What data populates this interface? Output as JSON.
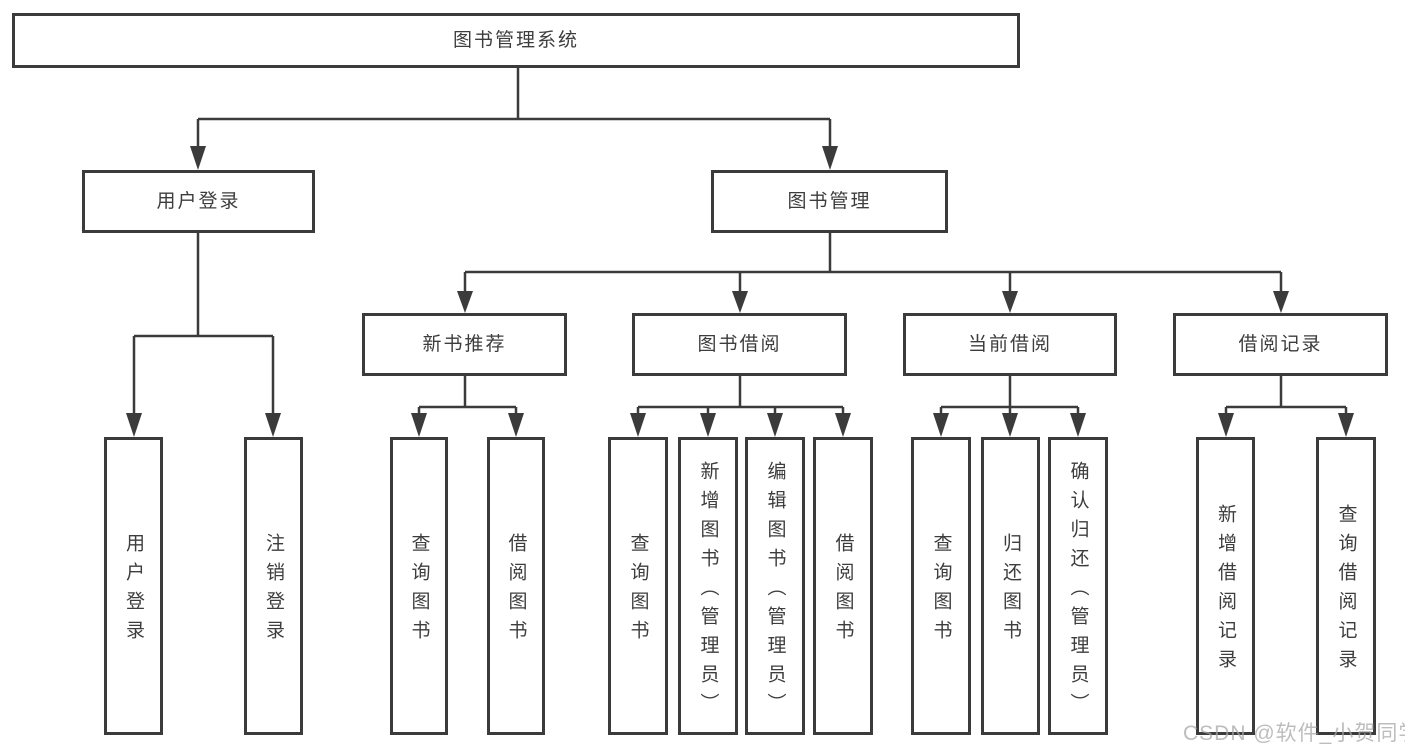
{
  "tree": {
    "root": {
      "label": "图书管理系统"
    },
    "level2": [
      {
        "label": "用户登录"
      },
      {
        "label": "图书管理"
      }
    ],
    "level3": [
      {
        "label": "新书推荐"
      },
      {
        "label": "图书借阅"
      },
      {
        "label": "当前借阅"
      },
      {
        "label": "借阅记录"
      }
    ],
    "leaves": [
      {
        "label": "用户登录"
      },
      {
        "label": "注销登录"
      },
      {
        "label": "查询图书"
      },
      {
        "label": "借阅图书"
      },
      {
        "label": "查询图书"
      },
      {
        "label": "新增图书（管理员）"
      },
      {
        "label": "编辑图书（管理员）"
      },
      {
        "label": "借阅图书"
      },
      {
        "label": "查询图书"
      },
      {
        "label": "归还图书"
      },
      {
        "label": "确认归还（管理员）"
      },
      {
        "label": "新增借阅记录"
      },
      {
        "label": "查询借阅记录"
      }
    ]
  },
  "watermark": {
    "text": "CSDN @软件_小贺同学"
  },
  "colors": {
    "line": "#3b3b3b",
    "text": "#3d3d3d",
    "background": "#ffffff",
    "watermark": "#a7a7a7"
  }
}
